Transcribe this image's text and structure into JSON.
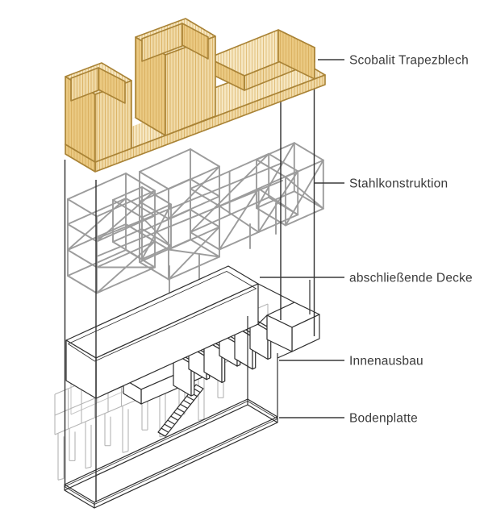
{
  "diagram": {
    "title": "Exploded axonometric construction diagram",
    "labels": [
      {
        "id": "scobalit",
        "text": "Scobalit Trapezblech"
      },
      {
        "id": "stahl",
        "text": "Stahlkonstruktion"
      },
      {
        "id": "decke",
        "text": "abschließende Decke"
      },
      {
        "id": "innenausbau",
        "text": "Innenausbau"
      },
      {
        "id": "bodenplatte",
        "text": "Bodenplatte"
      }
    ],
    "colors": {
      "roof_fill": "#F0D9A4",
      "roof_fill_light": "#F6E7C0",
      "roof_fill_dark": "#EAC77D",
      "roof_hatch": "#D7AB57",
      "roof_outline": "#A67E2E",
      "steel": "#9C9C9C",
      "grid": "#B5B5B5",
      "ink": "#2E2E2E",
      "text": "#3A3A3A",
      "bg": "#FFFFFF"
    }
  }
}
